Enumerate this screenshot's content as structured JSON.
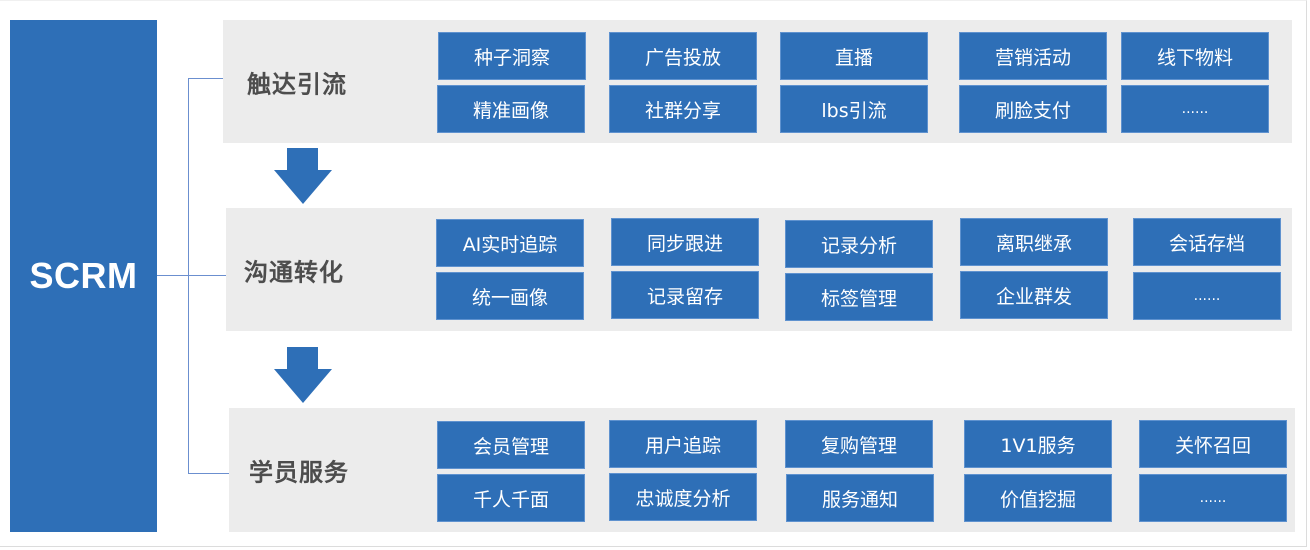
{
  "root": {
    "label": "SCRM"
  },
  "colors": {
    "primary_blue": "#2e6fb7",
    "panel_gray": "#ececec",
    "title_gray": "#4d4d4d",
    "connector": "#6b8fcf"
  },
  "stages": [
    {
      "title": "触达引流",
      "items": [
        [
          "种子洞察",
          "广告投放",
          "直播",
          "营销活动",
          "线下物料"
        ],
        [
          "精准画像",
          "社群分享",
          "lbs引流",
          "刷脸支付",
          "......"
        ]
      ]
    },
    {
      "title": "沟通转化",
      "items": [
        [
          "AI实时追踪",
          "同步跟进",
          "记录分析",
          "离职继承",
          "会话存档"
        ],
        [
          "统一画像",
          "记录留存",
          "标签管理",
          "企业群发",
          "......"
        ]
      ]
    },
    {
      "title": "学员服务",
      "items": [
        [
          "会员管理",
          "用户追踪",
          "复购管理",
          "1V1服务",
          "关怀召回"
        ],
        [
          "千人千面",
          "忠诚度分析",
          "服务通知",
          "价值挖掘",
          "......"
        ]
      ]
    }
  ],
  "arrows": [
    "down-arrow",
    "down-arrow"
  ]
}
